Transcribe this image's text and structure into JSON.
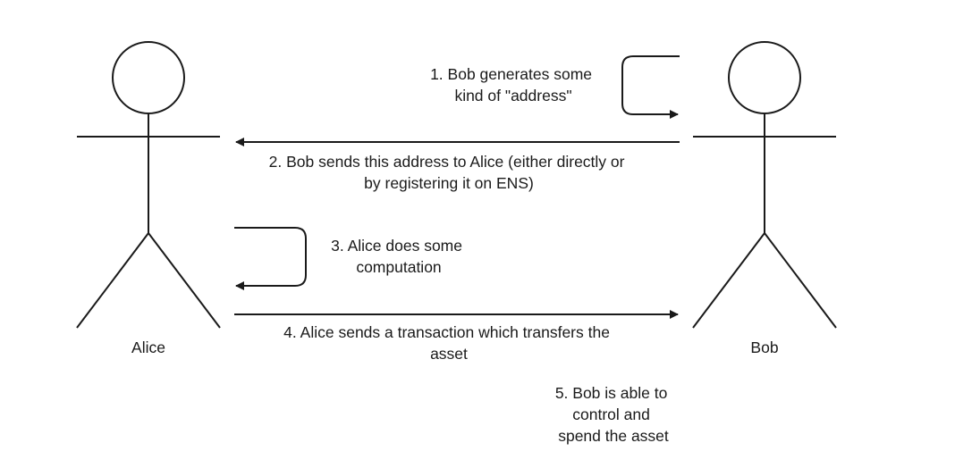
{
  "actors": {
    "alice": "Alice",
    "bob": "Bob"
  },
  "steps": {
    "s1": [
      "1. Bob generates some",
      "kind of \"address\""
    ],
    "s2": [
      "2. Bob sends this address to Alice (either directly or",
      "by registering it on ENS)"
    ],
    "s3": [
      "3. Alice does some",
      "computation"
    ],
    "s4": [
      "4. Alice sends a transaction which transfers the",
      "asset"
    ],
    "s5": [
      "5. Bob is able to",
      "control and",
      "spend the asset"
    ]
  },
  "colors": {
    "stroke": "#1a1a1a",
    "background": "#ffffff"
  }
}
